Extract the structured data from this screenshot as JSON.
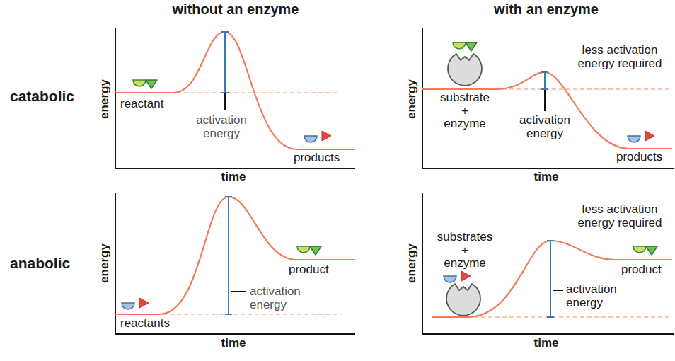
{
  "diagram": {
    "labels": [
      "without an enzyme",
      "with an enzyme",
      "catabolic",
      "energy",
      "reactant",
      "activation energy",
      "products",
      "time",
      "energy",
      "substrate + enzyme",
      "less activation energy required",
      "activation energy",
      "products",
      "time",
      "anabolic",
      "energy",
      "activation energy",
      "reactants",
      "product",
      "time",
      "energy",
      "substrates + enzyme",
      "less activation energy required",
      "activation energy",
      "product",
      "time"
    ]
  }
}
